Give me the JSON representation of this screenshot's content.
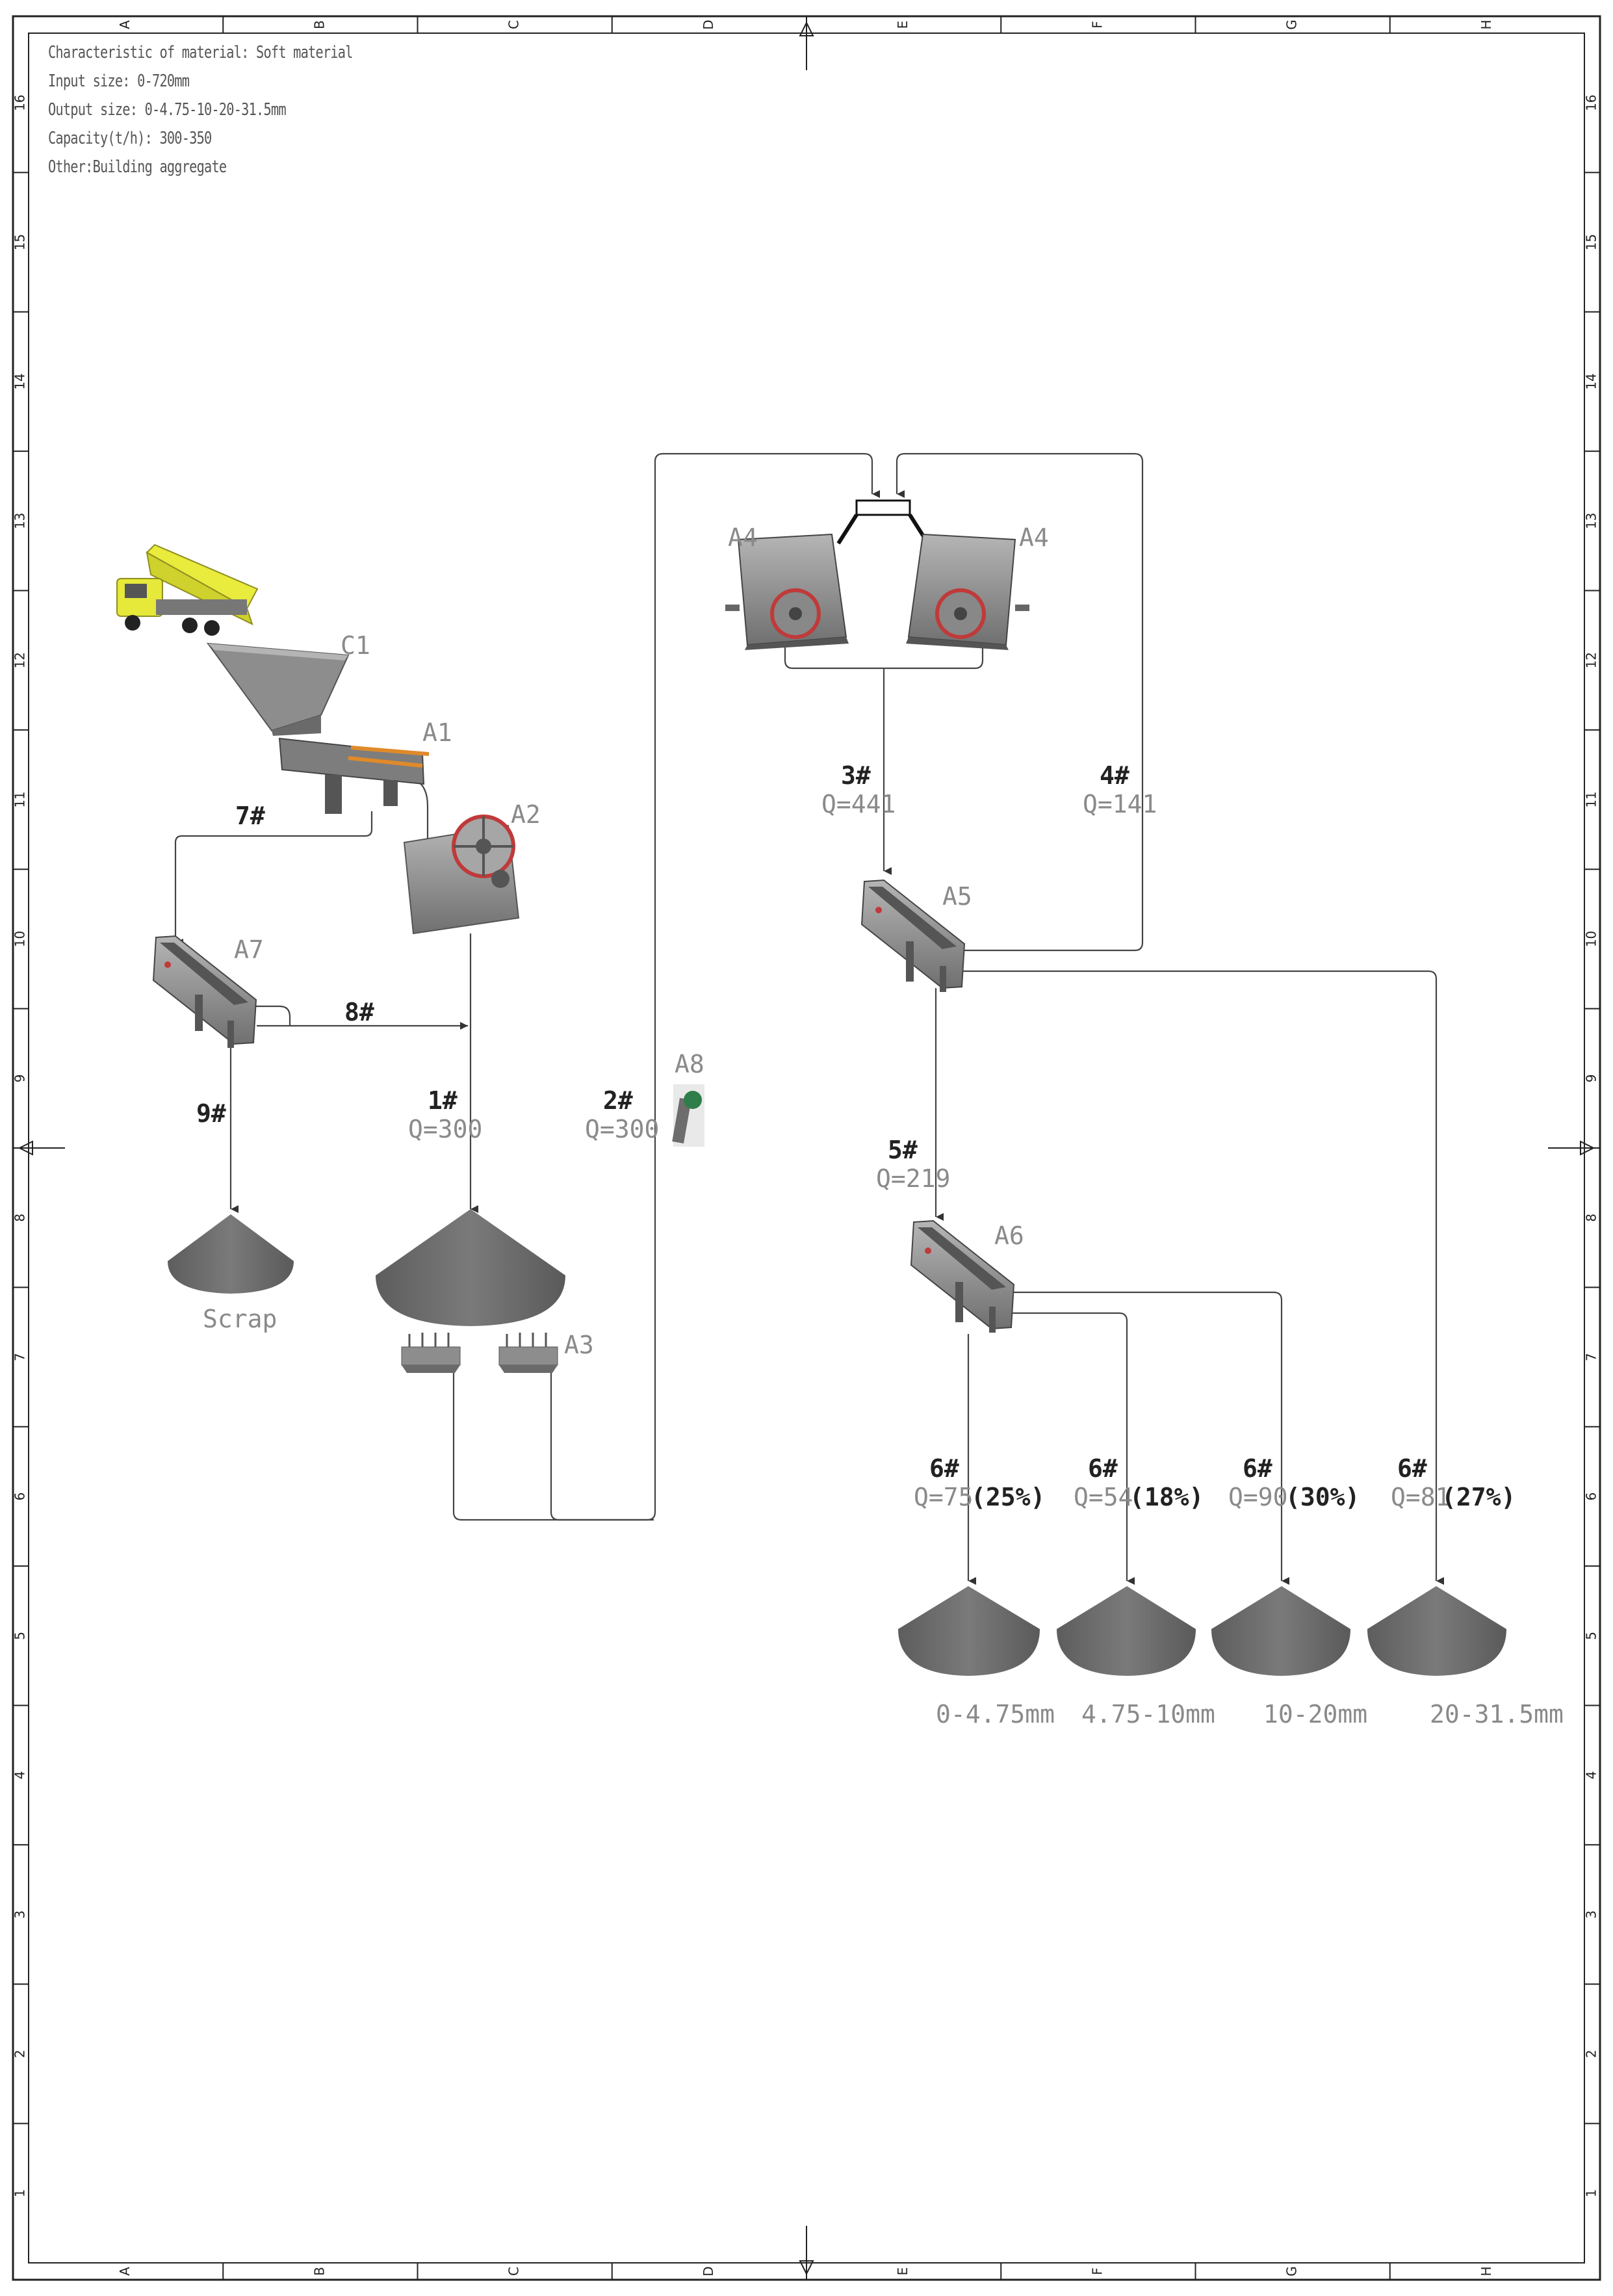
{
  "header_info": {
    "material": "Characteristic of material: Soft material",
    "input_size": "Input size: 0-720mm",
    "output_size": "Output size: 0-4.75-10-20-31.5mm",
    "capacity": "Capacity(t/h): 300-350",
    "other": "Other:Building aggregate"
  },
  "frame": {
    "columns": [
      "A",
      "B",
      "C",
      "D",
      "E",
      "F",
      "G",
      "H"
    ],
    "rows": [
      "16",
      "15",
      "14",
      "13",
      "12",
      "11",
      "10",
      "9",
      "8",
      "7",
      "6",
      "5",
      "4",
      "3",
      "2",
      "1"
    ]
  },
  "equipment": {
    "c1": "C1",
    "a1": "A1",
    "a2": "A2",
    "a3": "A3",
    "a4_left": "A4",
    "a4_right": "A4",
    "a5": "A5",
    "a6": "A6",
    "a7": "A7",
    "a8": "A8"
  },
  "flows": {
    "f1": {
      "id": "1#",
      "q": "Q=300"
    },
    "f2": {
      "id": "2#",
      "q": "Q=300"
    },
    "f3": {
      "id": "3#",
      "q": "Q=441"
    },
    "f4": {
      "id": "4#",
      "q": "Q=141"
    },
    "f5": {
      "id": "5#",
      "q": "Q=219"
    },
    "f6a": {
      "id": "6#",
      "q": "Q=75",
      "pct": "(25%)"
    },
    "f6b": {
      "id": "6#",
      "q": "Q=54",
      "pct": "(18%)"
    },
    "f6c": {
      "id": "6#",
      "q": "Q=90",
      "pct": "(30%)"
    },
    "f6d": {
      "id": "6#",
      "q": "Q=81",
      "pct": "(27%)"
    },
    "f7": {
      "id": "7#"
    },
    "f8": {
      "id": "8#"
    },
    "f9": {
      "id": "9#"
    }
  },
  "products": {
    "scrap": "Scrap",
    "p1": "0-4.75mm",
    "p2": "4.75-10mm",
    "p3": "10-20mm",
    "p4": "20-31.5mm"
  },
  "colors": {
    "pile": "#6f6f6f",
    "machine": "#8e8e8e",
    "truck_body": "#e6e83a",
    "accent_red": "#c03a3a",
    "line": "#444444"
  }
}
